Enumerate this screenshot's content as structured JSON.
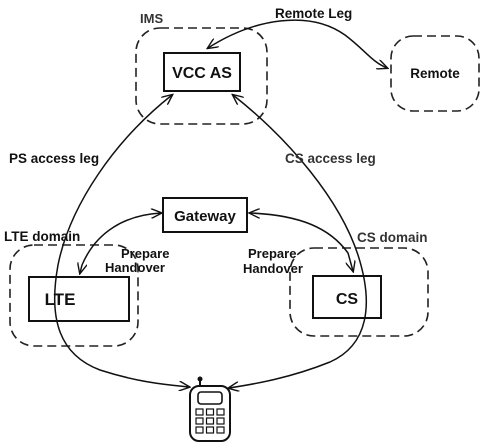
{
  "labels": {
    "ims": "IMS",
    "remote_leg": "Remote Leg",
    "vcc_as": "VCC AS",
    "remote": "Remote",
    "ps_access_leg": "PS access leg",
    "cs_access_leg": "CS access leg",
    "gateway": "Gateway",
    "lte_domain": "LTE domain",
    "cs_domain": "CS domain",
    "prepare_left_1": "Prepare",
    "prepare_left_2": "Handover",
    "prepare_right_1": "Prepare",
    "prepare_right_2": "Handover",
    "lte": "LTE",
    "cs": "CS"
  },
  "icons": {
    "mobile": "mobile-phone-icon"
  }
}
